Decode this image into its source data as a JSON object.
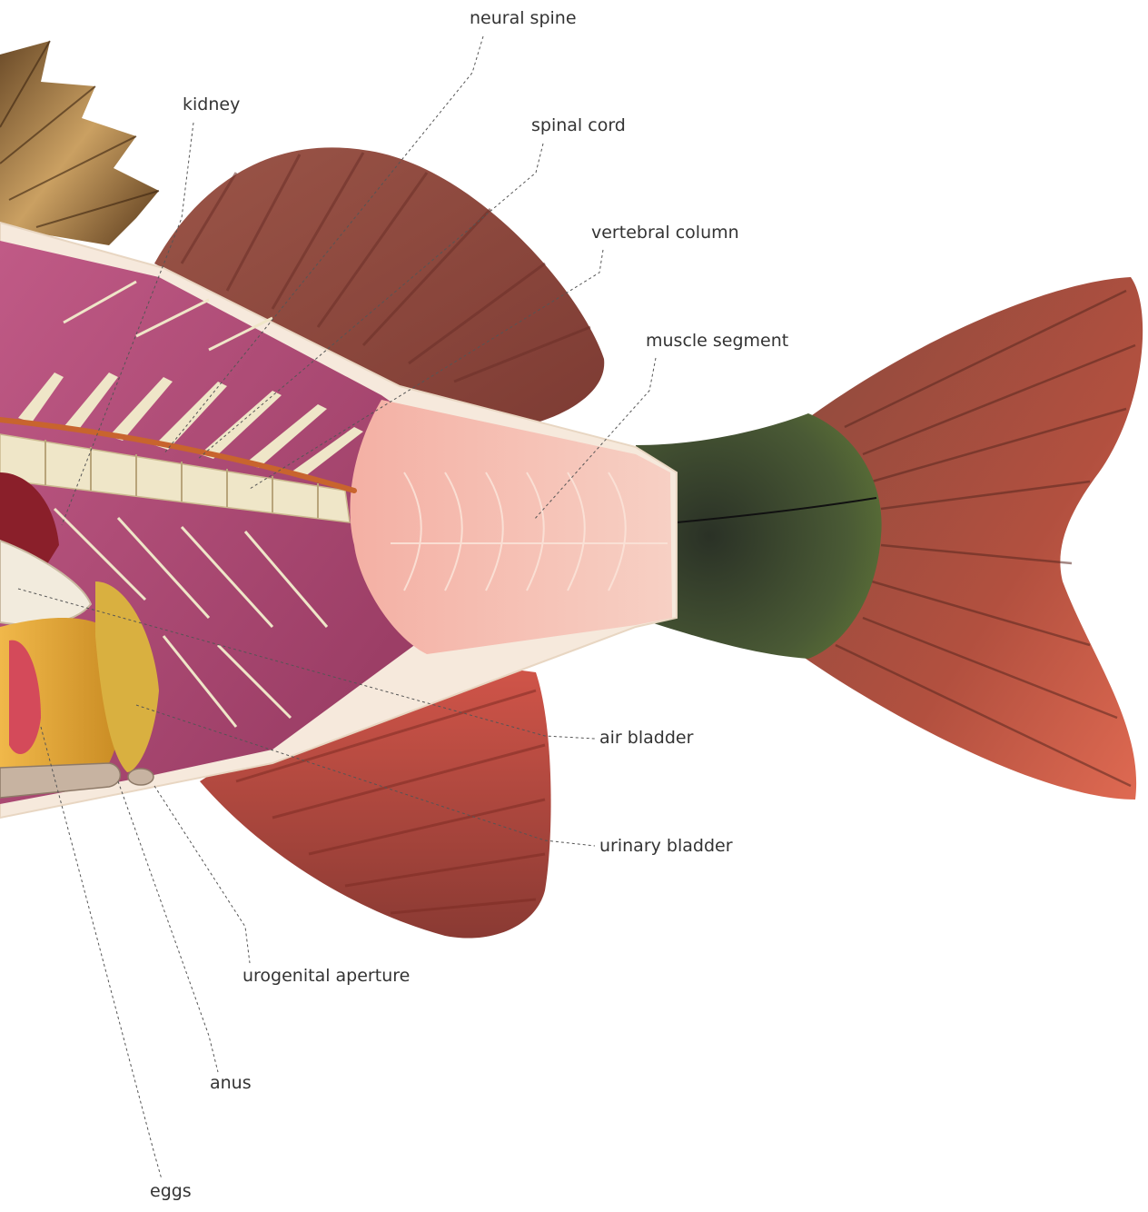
{
  "labels": {
    "neural_spine": "neural spine",
    "kidney": "kidney",
    "spinal_cord": "spinal cord",
    "vertebral_column": "vertebral column",
    "muscle_segment": "muscle segment",
    "air_bladder": "air bladder",
    "urinary_bladder": "urinary bladder",
    "urogenital_aperture": "urogenital aperture",
    "anus": "anus",
    "eggs": "eggs"
  },
  "colors": {
    "fin": "#8e4a40",
    "fin_ray": "#6b2f28",
    "body_cavity": "#a8456f",
    "flesh": "#f2b3a6",
    "bone": "#efe6c8",
    "skin_outline": "#f7ecdf",
    "peduncle": "#3e4a2e",
    "caudal_fin": "#a84c3f",
    "spinal_cord": "#c8642e",
    "gonad": "#e0a030",
    "leader": "#555555"
  }
}
